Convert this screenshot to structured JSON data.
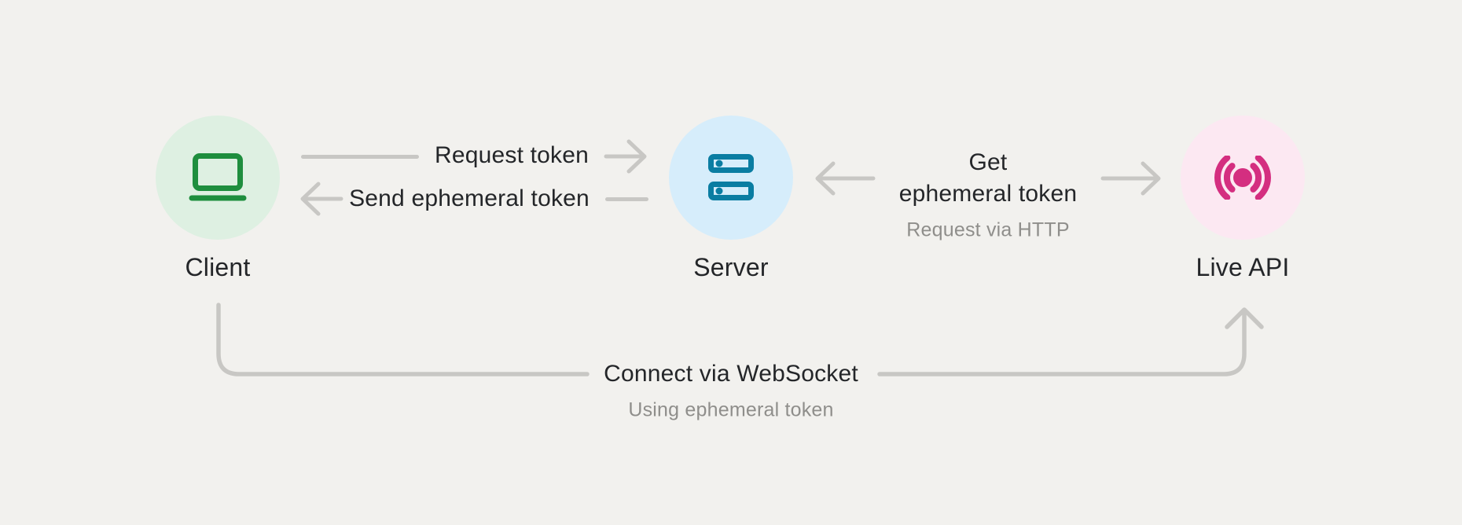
{
  "colors": {
    "background": "#f2f1ee",
    "connector_gray": "#c8c7c4",
    "text_dark": "#242629",
    "text_gray": "#8f8e8b",
    "client_green": "#1e8e3e",
    "client_circle_bg": "#def0e2",
    "server_blue": "#0a7da2",
    "server_circle_bg": "#d6edfb",
    "live_api_pink": "#d42e80",
    "live_api_circle_bg": "#fce8f2"
  },
  "nodes": {
    "client": {
      "label": "Client",
      "icon": "laptop-icon"
    },
    "server": {
      "label": "Server",
      "icon": "server-icon"
    },
    "live_api": {
      "label": "Live API",
      "icon": "broadcast-icon"
    }
  },
  "edges": {
    "request_token": {
      "label": "Request token",
      "from": "Client",
      "to": "Server"
    },
    "send_ephemeral_token": {
      "label": "Send ephemeral token",
      "from": "Server",
      "to": "Client"
    },
    "get_ephemeral_token": {
      "label_line1": "Get",
      "label_line2": "ephemeral token",
      "sublabel": "Request via HTTP",
      "from": "Server",
      "to": "Live API"
    },
    "connect_websocket": {
      "label": "Connect via WebSocket",
      "sublabel": "Using ephemeral token",
      "from": "Client",
      "to": "Live API"
    }
  }
}
